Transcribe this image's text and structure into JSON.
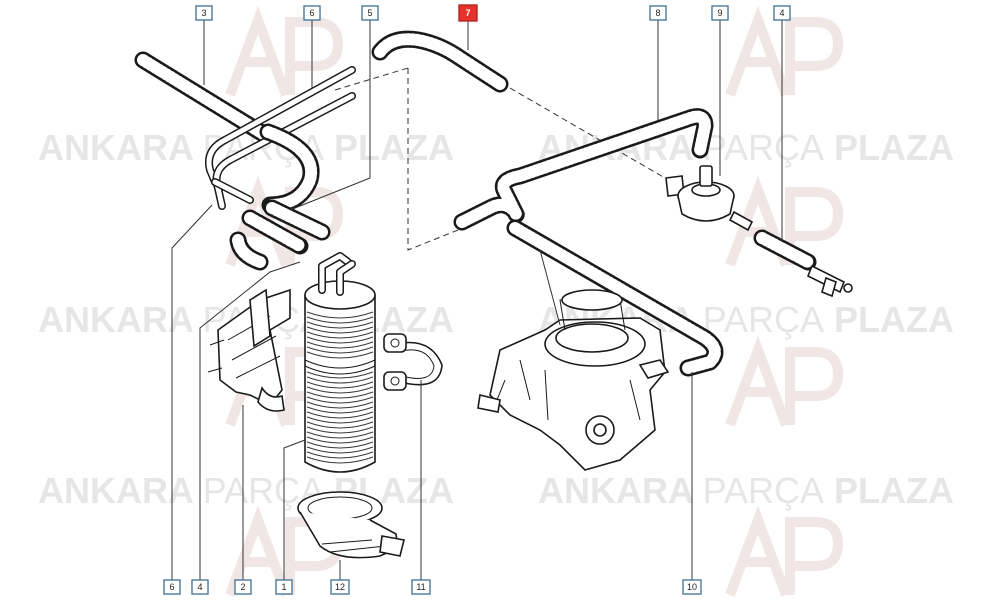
{
  "watermark": {
    "brand_bold_1": "ANKARA",
    "brand_light": "PARÇA",
    "brand_bold_2": "PLAZA",
    "logo_mark": "AP"
  },
  "callouts": [
    {
      "id": "c3",
      "label": "3",
      "selected": false
    },
    {
      "id": "c6t",
      "label": "6",
      "selected": false
    },
    {
      "id": "c5",
      "label": "5",
      "selected": false
    },
    {
      "id": "c7",
      "label": "7",
      "selected": true
    },
    {
      "id": "c8",
      "label": "8",
      "selected": false
    },
    {
      "id": "c9",
      "label": "9",
      "selected": false
    },
    {
      "id": "c4t",
      "label": "4",
      "selected": false
    },
    {
      "id": "c6b",
      "label": "6",
      "selected": false
    },
    {
      "id": "c4b",
      "label": "4",
      "selected": false
    },
    {
      "id": "c2",
      "label": "2",
      "selected": false
    },
    {
      "id": "c1",
      "label": "1",
      "selected": false
    },
    {
      "id": "c12",
      "label": "12",
      "selected": false
    },
    {
      "id": "c11",
      "label": "11",
      "selected": false
    },
    {
      "id": "c10",
      "label": "10",
      "selected": false
    }
  ],
  "colors": {
    "selected_callout": "#e5322d",
    "callout_border": "#3f6f94",
    "watermark": "#e6e6e6"
  }
}
